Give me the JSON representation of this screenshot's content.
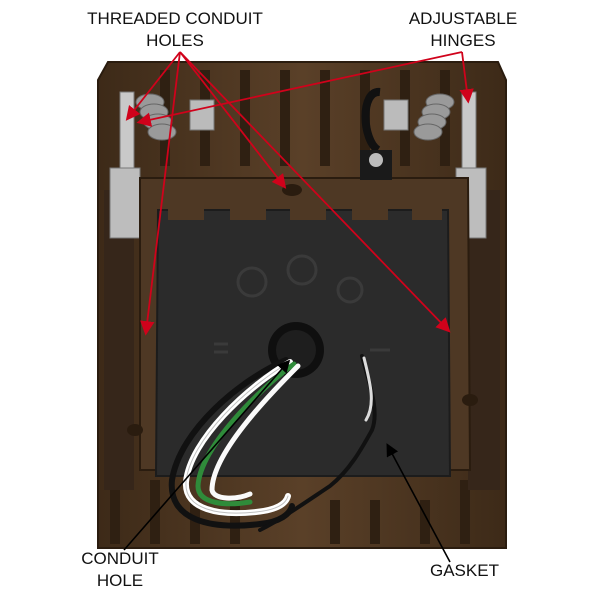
{
  "labels": {
    "threaded_conduit_holes": [
      "THREADED CONDUIT",
      "HOLES"
    ],
    "adjustable_hinges": [
      "ADJUSTABLE",
      "HINGES"
    ],
    "conduit_hole": [
      "CONDUIT",
      "HOLE"
    ],
    "gasket": "GASKET"
  },
  "colors": {
    "housing_bronze": "#4a3420",
    "housing_dark": "#35241500",
    "gasket_black": "#2b2b2b",
    "arrow": "#d0021b",
    "arrow_black": "#000000"
  }
}
